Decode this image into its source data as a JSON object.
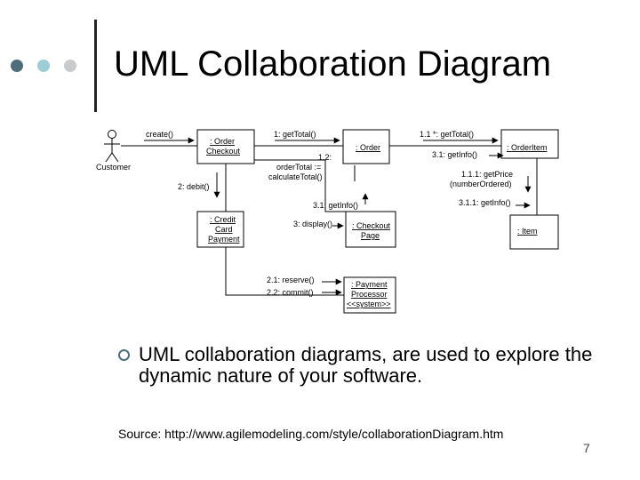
{
  "slide": {
    "title": "UML Collaboration Diagram",
    "bullet_text": "UML collaboration diagrams, are used to explore the dynamic nature of your software.",
    "source": "Source: http://www.agilemodeling.com/style/collaborationDiagram.htm",
    "page_number": "7",
    "dot_colors": [
      "#4e6f7a",
      "#9ccdd4",
      "#c9cacb"
    ]
  },
  "diagram": {
    "actor": "Customer",
    "objects": {
      "order_checkout": [
        ": Order",
        "Checkout"
      ],
      "order": ": Order",
      "order_item": ": OrderItem",
      "credit_card_payment": [
        ": Credit",
        "Card",
        "Payment"
      ],
      "checkout_page": [
        ": Checkout",
        "Page"
      ],
      "item": ": Item",
      "payment_processor": [
        ": Payment",
        "Processor",
        "<<system>>"
      ]
    },
    "messages": {
      "create": "create()",
      "get_total": "1: getTotal()",
      "calc_total": [
        "1.2:",
        "orderTotal :=",
        "calculateTotal()"
      ],
      "get_total_loop": "1.1 *: getTotal()",
      "get_info": "3.1: getInfo()",
      "debit": "2: debit()",
      "get_info_page": "3.1: getInfo()",
      "get_price": [
        "1.1.1: getPrice",
        "(numberOrdered)"
      ],
      "display": "3: display()",
      "get_info_item": "3.1.1: getInfo()",
      "reserve": "2.1: reserve()",
      "commit": "2.2: commit()"
    }
  }
}
